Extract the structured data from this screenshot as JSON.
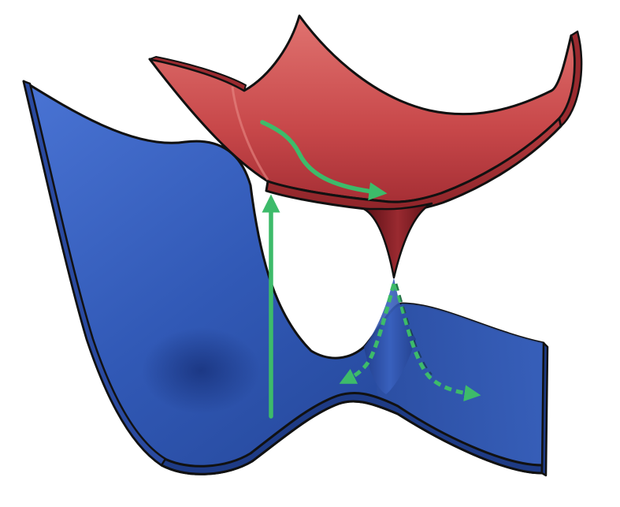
{
  "diagram": {
    "surfaces": [
      {
        "name": "ground-state",
        "color": "#2f55b0"
      },
      {
        "name": "excited-state",
        "color": "#c9484a"
      }
    ],
    "arrows": [
      {
        "name": "excitation",
        "style": "solid",
        "color": "#3dbb6a"
      },
      {
        "name": "excited-state-relaxation",
        "style": "solid",
        "color": "#3dbb6a"
      },
      {
        "name": "decay-path-left",
        "style": "dashed",
        "color": "#3dbb6a"
      },
      {
        "name": "decay-path-right",
        "style": "dashed",
        "color": "#3dbb6a"
      }
    ],
    "features": [
      "conical-intersection",
      "ground-state-minimum"
    ]
  }
}
